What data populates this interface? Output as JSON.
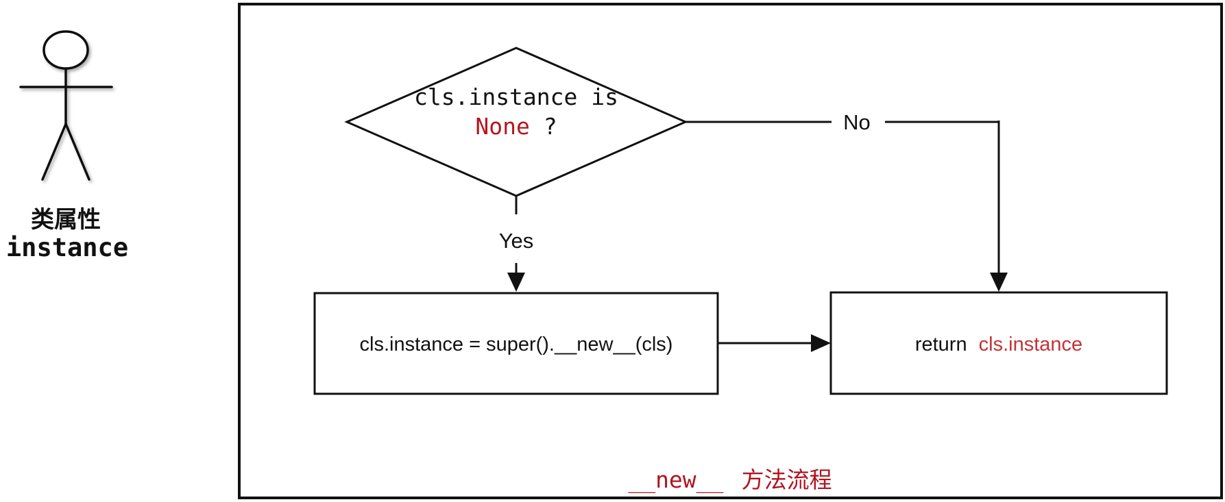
{
  "colors": {
    "line": "#111111",
    "background": "#ffffff",
    "none_red": "#b5161f",
    "instance_red": "#c43235",
    "caption_red": "#b01420"
  },
  "actor": {
    "label_line1": "类属性",
    "label_line2": "instance"
  },
  "flowchart": {
    "decision": {
      "line1": "cls.instance is",
      "line2_highlight": "None",
      "line2_suffix": "?"
    },
    "yes_label": "Yes",
    "no_label": "No",
    "process_box_text": "cls.instance = super().__new__(cls)",
    "return_box_prefix": "return",
    "return_box_highlight": "cls.instance",
    "caption_code": "__new__",
    "caption_text": "方法流程"
  }
}
